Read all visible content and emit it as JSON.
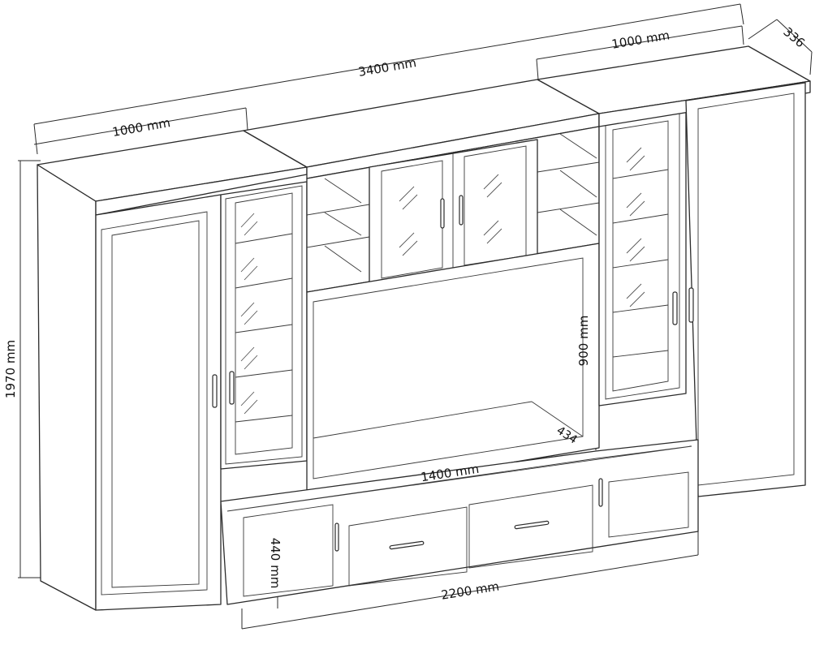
{
  "dimensions": {
    "total_width": "3400 mm",
    "top_left_width": "1000 mm",
    "top_right_width": "1000 mm",
    "depth_top": "336",
    "height": "1970 mm",
    "tv_opening_height": "900 mm",
    "tv_opening_width": "1400 mm",
    "tv_depth": "434",
    "base_height": "440 mm",
    "base_width": "2200 mm"
  }
}
